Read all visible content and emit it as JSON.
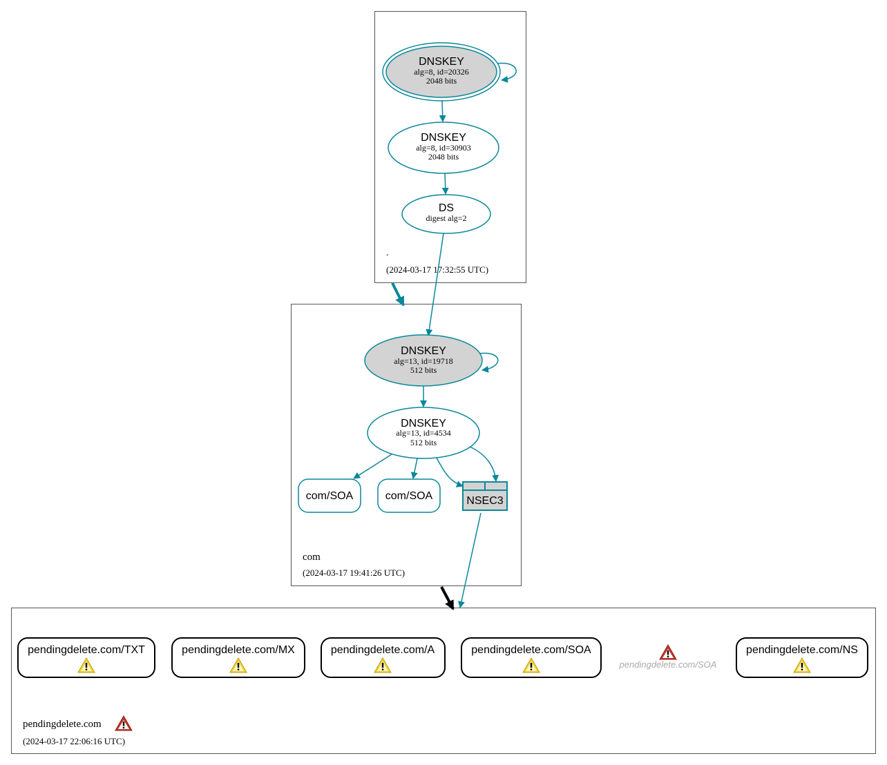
{
  "colors": {
    "edge": "#0a879a",
    "zone_border": "#555555",
    "key_fill": "#d3d3d3",
    "warn_yellow": "#f4d03f",
    "warn_red": "#c0392b",
    "dim_text": "#aaaaaa"
  },
  "root_zone": {
    "name": ".",
    "timestamp": "(2024-03-17 17:32:55 UTC)",
    "ksk": {
      "title": "DNSKEY",
      "line1": "alg=8, id=20326",
      "line2": "2048 bits"
    },
    "zsk": {
      "title": "DNSKEY",
      "line1": "alg=8, id=30903",
      "line2": "2048 bits"
    },
    "ds": {
      "title": "DS",
      "line1": "digest alg=2"
    }
  },
  "com_zone": {
    "name": "com",
    "timestamp": "(2024-03-17 19:41:26 UTC)",
    "ksk": {
      "title": "DNSKEY",
      "line1": "alg=13, id=19718",
      "line2": "512 bits"
    },
    "zsk": {
      "title": "DNSKEY",
      "line1": "alg=13, id=4534",
      "line2": "512 bits"
    },
    "soa1": "com/SOA",
    "soa2": "com/SOA",
    "nsec3": "NSEC3"
  },
  "domain_zone": {
    "name": "pendingdelete.com",
    "timestamp": "(2024-03-17 22:06:16 UTC)",
    "records": {
      "txt": "pendingdelete.com/TXT",
      "mx": "pendingdelete.com/MX",
      "a": "pendingdelete.com/A",
      "soa": "pendingdelete.com/SOA",
      "soa_missing": "pendingdelete.com/SOA",
      "ns": "pendingdelete.com/NS"
    },
    "icons": {
      "record_warning": "warning-icon",
      "error": "error-icon"
    }
  }
}
